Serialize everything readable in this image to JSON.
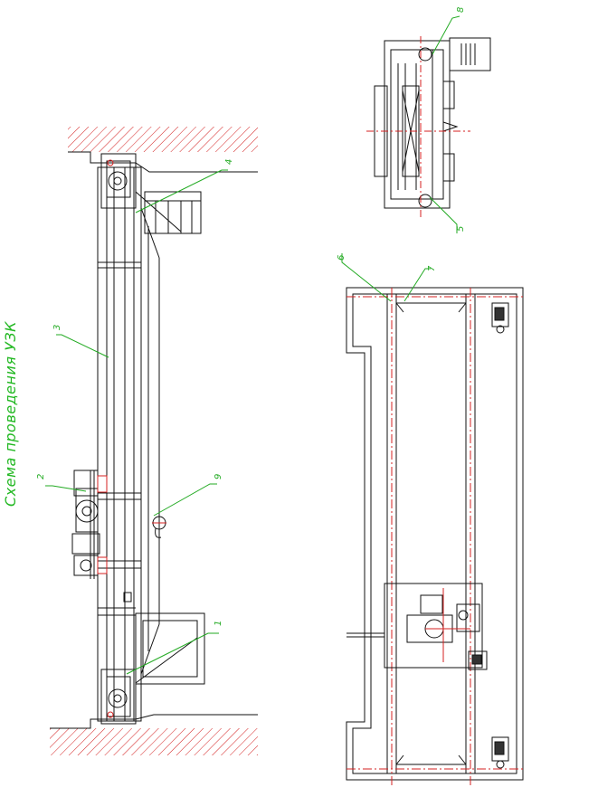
{
  "title": "Схема проведения УЗК",
  "colors": {
    "line": "#111111",
    "hatch": "#d42020",
    "axis": "#d42020",
    "leader": "#22aa22",
    "label": "#22aa22"
  },
  "callouts": {
    "c1": "1",
    "c2": "2",
    "c3": "3",
    "c4": "4",
    "c5": "5",
    "c6": "6",
    "c7": "7",
    "c8": "8",
    "c9": "9"
  }
}
